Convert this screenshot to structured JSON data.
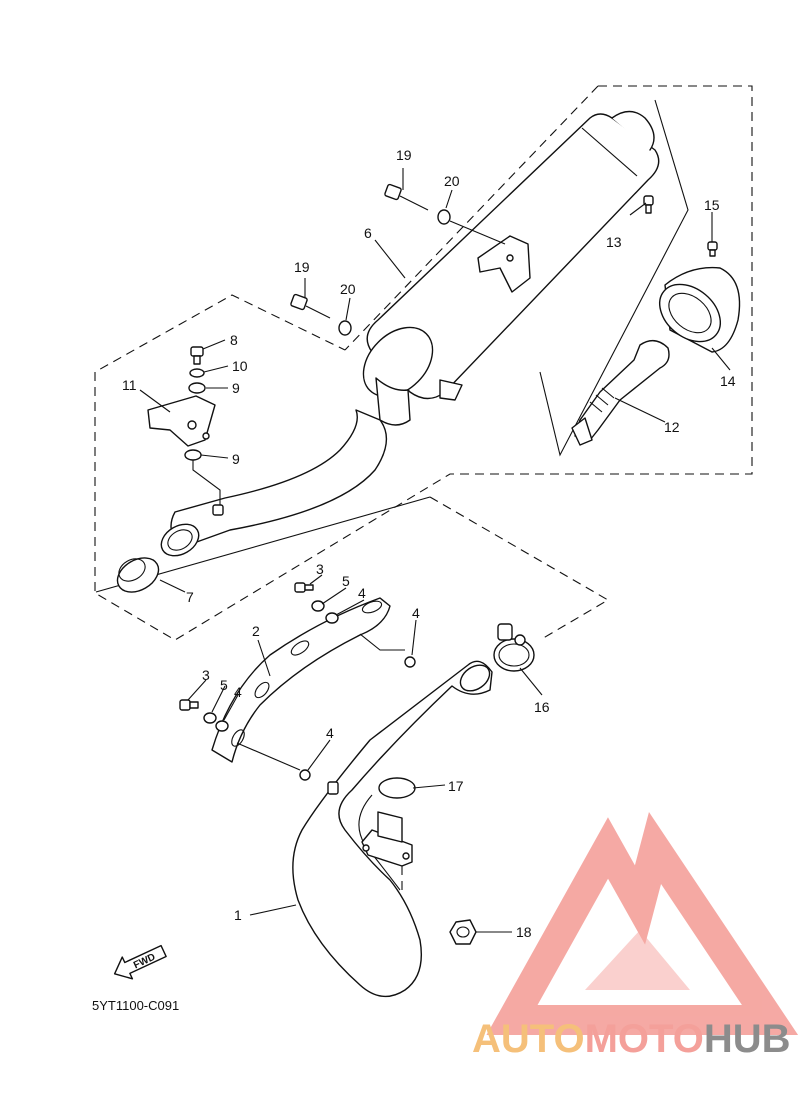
{
  "diagram": {
    "drawing_code": "5YT1100-C091",
    "fwd_label": "FWD",
    "callouts": {
      "c1": "1",
      "c2": "2",
      "c3a": "3",
      "c3b": "3",
      "c4a": "4",
      "c4b": "4",
      "c4c": "4",
      "c4d": "4",
      "c5a": "5",
      "c5b": "5",
      "c6": "6",
      "c7": "7",
      "c8": "8",
      "c9a": "9",
      "c9b": "9",
      "c10": "10",
      "c11": "11",
      "c12": "12",
      "c13": "13",
      "c14": "14",
      "c15": "15",
      "c16": "16",
      "c17": "17",
      "c18": "18",
      "c19a": "19",
      "c19b": "19",
      "c20a": "20",
      "c20b": "20"
    }
  },
  "watermark": {
    "text_auto": "AUTO",
    "text_moto": "MOTO",
    "text_hub": "HUB",
    "colors": {
      "logo_red": "#f4a09a",
      "auto_orange": "#f5c07a",
      "hub_gray": "#8c8c8c"
    }
  }
}
